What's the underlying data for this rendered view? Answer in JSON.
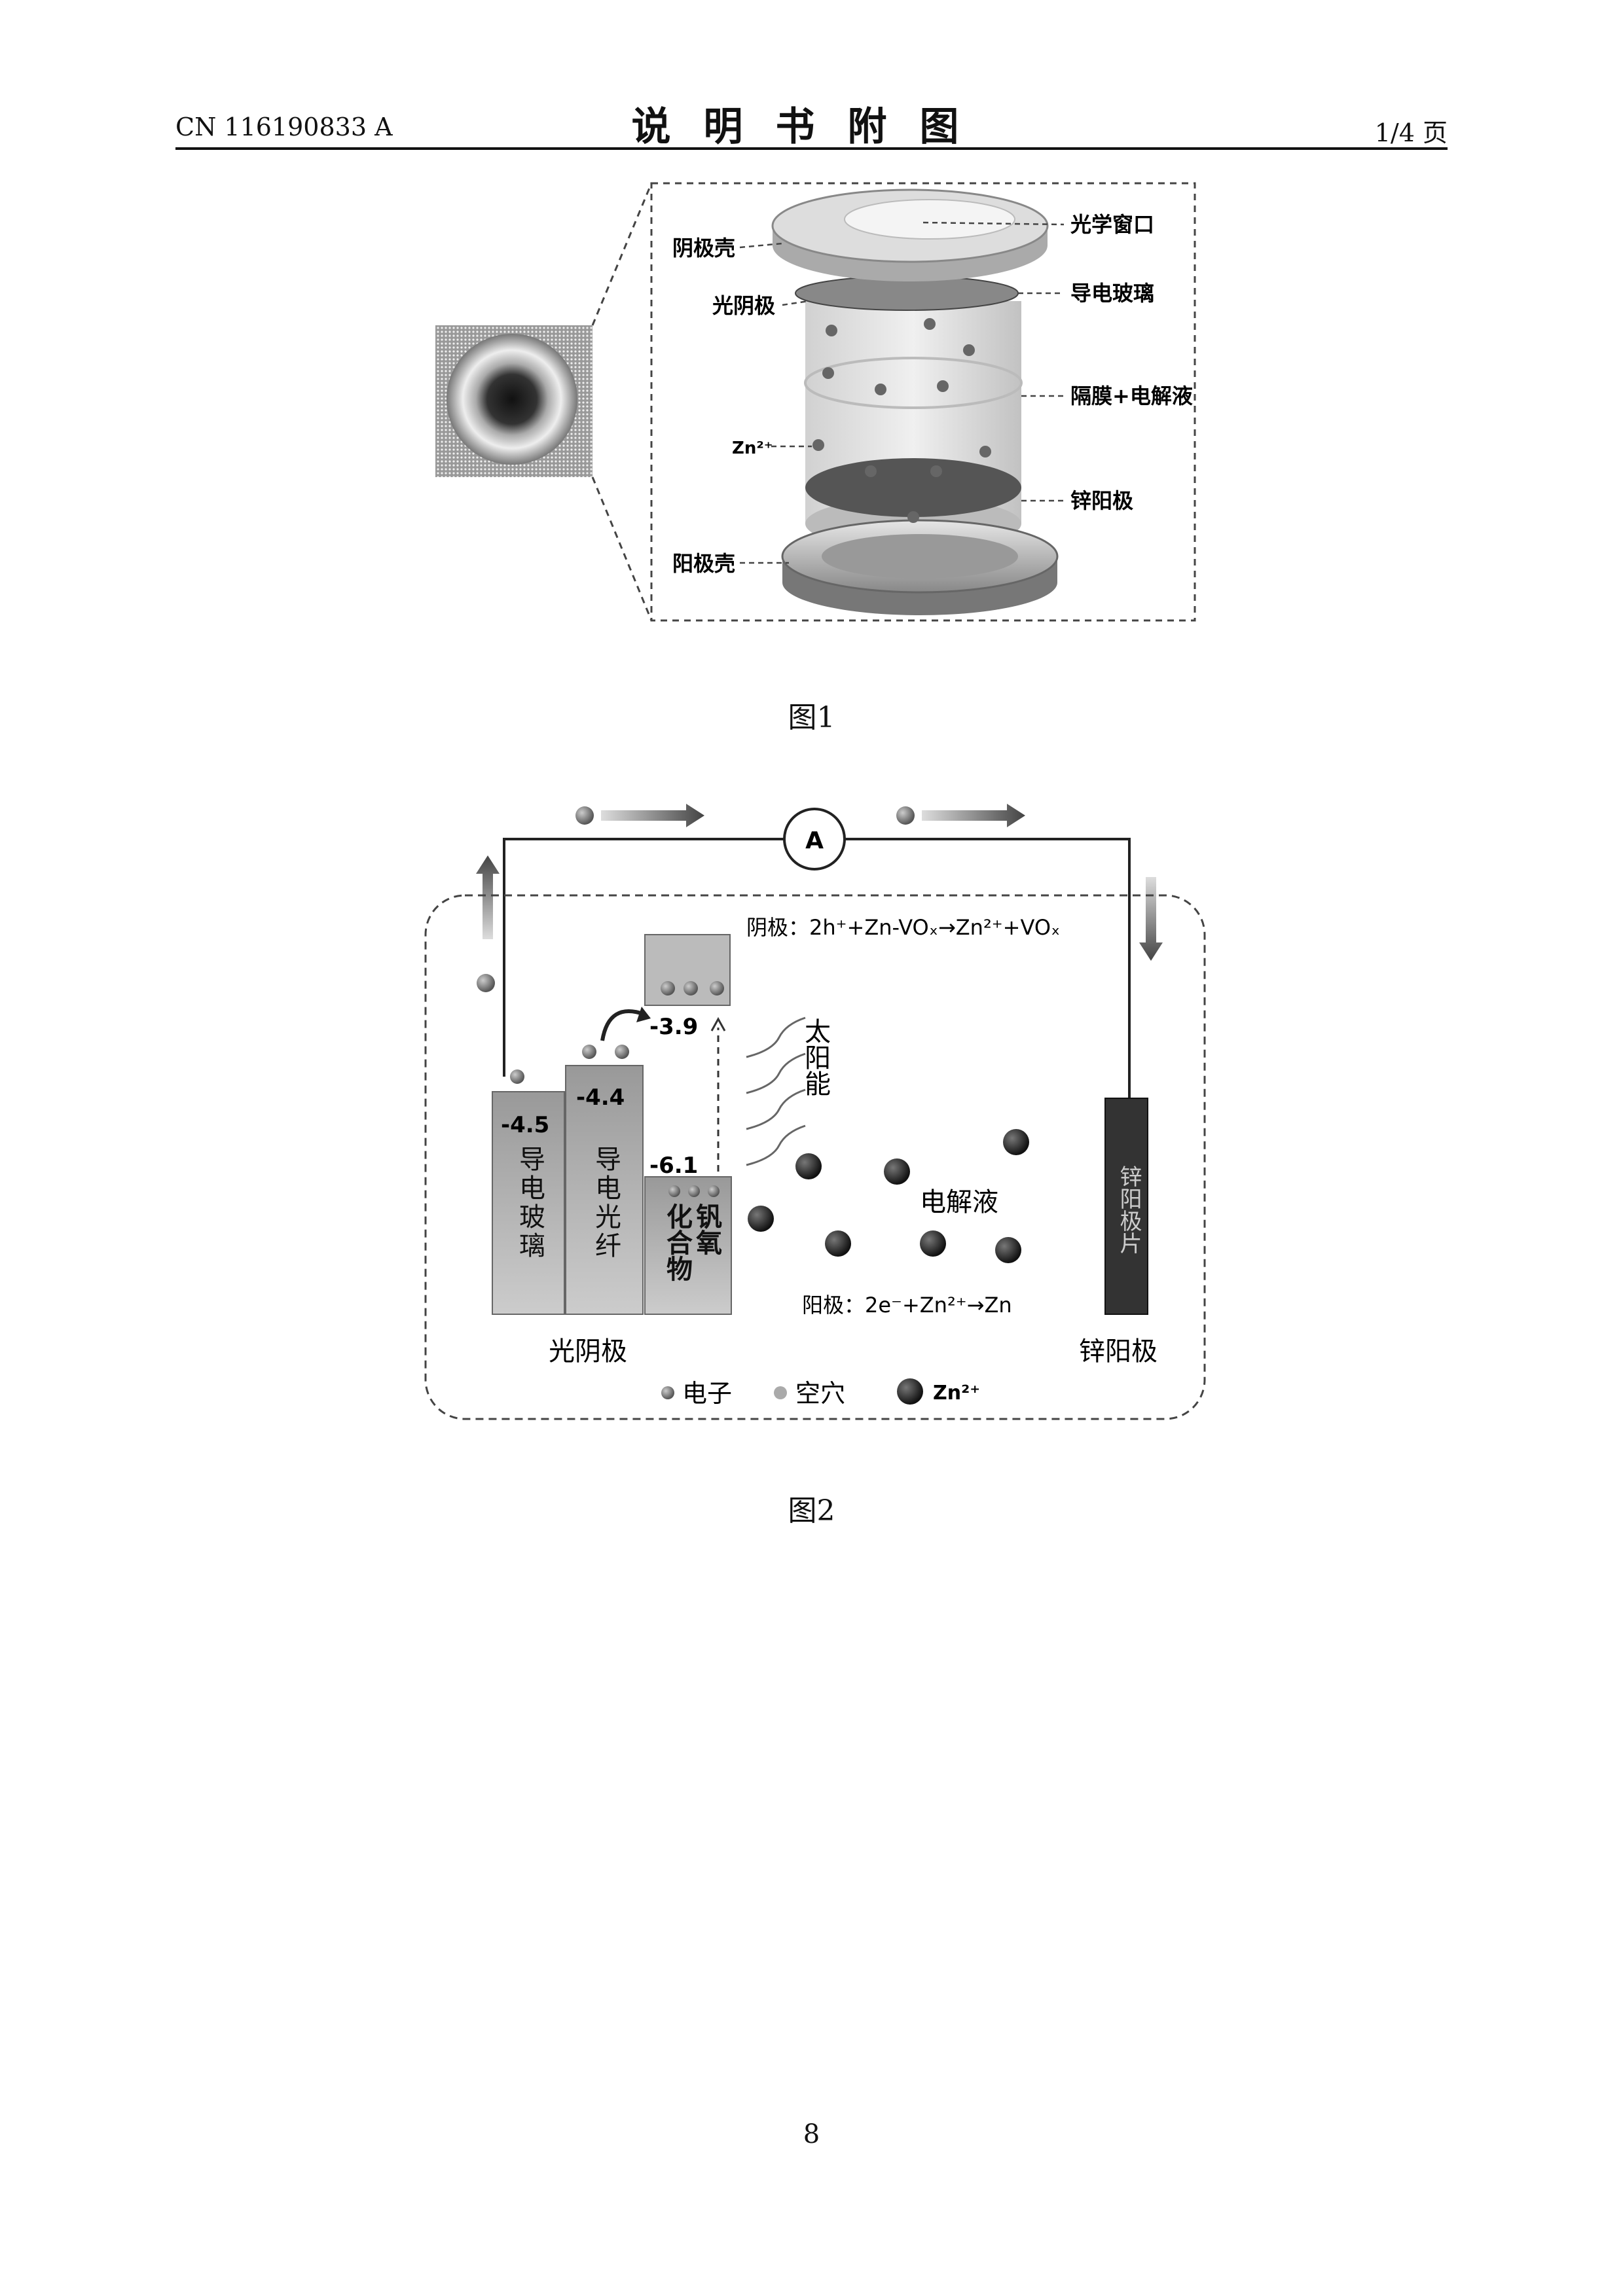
{
  "header": {
    "doc_number": "CN 116190833 A",
    "section_title": "说明书附图",
    "page_count": "1/4 页"
  },
  "figure1": {
    "caption": "图1",
    "labels": {
      "cathode_shell": "阴极壳",
      "photocathode": "光阴极",
      "zn_ion": "Zn²⁺",
      "anode_shell": "阳极壳",
      "optical_window": "光学窗口",
      "conductive_glass": "导电玻璃",
      "separator_electrolyte": "隔膜+电解液",
      "zinc_anode": "锌阳极"
    }
  },
  "figure2": {
    "caption": "图2",
    "ammeter": "A",
    "cathode_reaction": "阴极：2h⁺+Zn-VOₓ→Zn²⁺+VOₓ",
    "anode_reaction": "阳极：2e⁻+Zn²⁺→Zn",
    "energy_levels": {
      "glass": "-4.5",
      "photoactive": "-4.4",
      "vo_conduction": "-3.9",
      "vo_valence": "-6.1"
    },
    "blocks": {
      "glass": "导电玻璃",
      "photoactive": "导电光纤",
      "vanadium_oxide_l1": "钒氧",
      "vanadium_oxide_l2": "化合物",
      "zinc": "锌阳极片"
    },
    "sunlight": "太阳能",
    "electrolyte": "电解液",
    "photocathode_label": "光阴极",
    "zinc_anode_label": "锌阳极",
    "legend": {
      "electron": "电子",
      "hole": "空穴",
      "zn_ion": "Zn²⁺"
    }
  },
  "page_number": "8"
}
